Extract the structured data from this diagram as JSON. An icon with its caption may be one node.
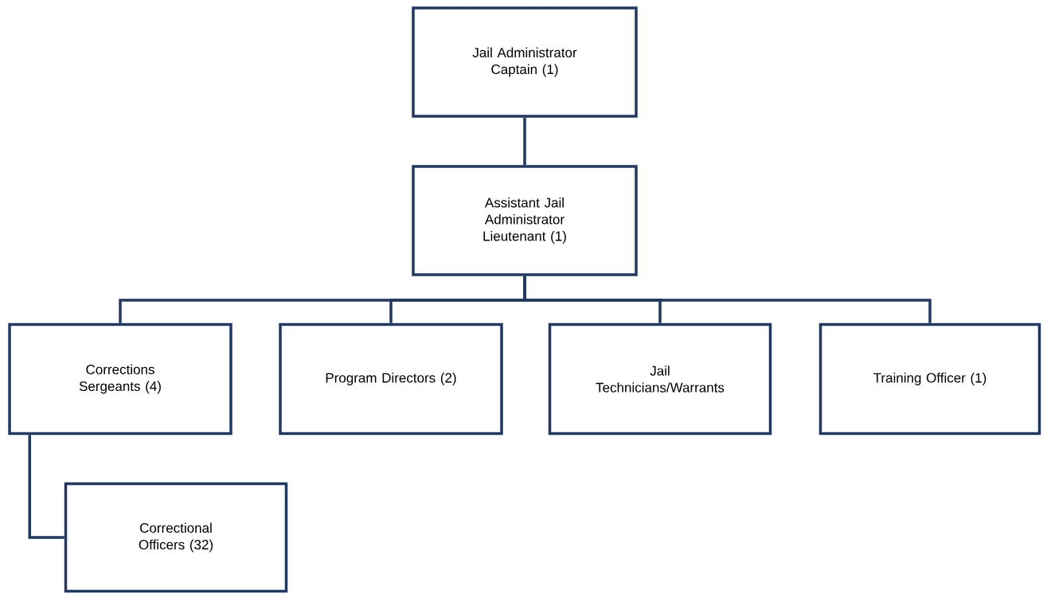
{
  "diagram": {
    "nodes": [
      {
        "text": [
          "Jail Administrator Captain (1)"
        ]
      },
      {
        "text": [
          "Assistant Jail Administrator Lieutenant (1)"
        ]
      },
      {
        "text": [
          "Corrections Sergeants (4)"
        ]
      },
      {
        "text": [
          "Program Directors (2)"
        ]
      },
      {
        "text": [
          "Jail Technicians/Warrants"
        ]
      },
      {
        "text": [
          "Training Officer (1)"
        ]
      },
      {
        "text": [
          "Correctional Officers (32)"
        ]
      }
    ],
    "edges": [
      {
        "from": 0,
        "to": 1,
        "arrow": "none"
      },
      {
        "from": 1,
        "to": 2,
        "arrow": "none"
      },
      {
        "from": 1,
        "to": 3,
        "arrow": "none"
      },
      {
        "from": 1,
        "to": 4,
        "arrow": "none"
      },
      {
        "from": 1,
        "to": 5,
        "arrow": "none"
      },
      {
        "from": 2,
        "to": 6,
        "arrow": "none"
      }
    ]
  }
}
